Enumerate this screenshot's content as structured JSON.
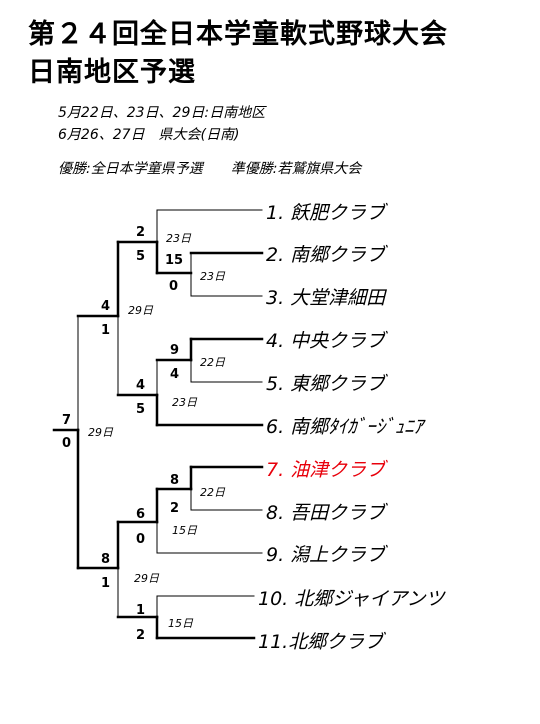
{
  "title_line1": "第２４回全日本学童軟式野球大会",
  "title_line2": "日南地区予選",
  "info": {
    "dates_local": "5月22日、23日、29日:日南地区",
    "dates_pref": "6月26、27日　県大会(日南)",
    "awards": "優勝:全日本学童県予選　　準優勝:若鷲旗県大会"
  },
  "teams": [
    {
      "label": "1.  飫肥クラブ",
      "color": "#000000"
    },
    {
      "label": "2.  南郷クラブ",
      "color": "#000000"
    },
    {
      "label": "3.  大堂津細田",
      "color": "#000000"
    },
    {
      "label": "4.  中央クラブ",
      "color": "#000000"
    },
    {
      "label": "5.  東郷クラブ",
      "color": "#000000"
    },
    {
      "label": "6.  南郷ﾀｲｶﾞｰｼﾞｭﾆｱ",
      "color": "#000000"
    },
    {
      "label": "7.  油津クラブ",
      "color": "#e8000b"
    },
    {
      "label": "8.  吾田クラブ",
      "color": "#000000"
    },
    {
      "label": "9.  潟上クラブ",
      "color": "#000000"
    },
    {
      "label": "10. 北郷ジャイアンツ",
      "color": "#000000"
    },
    {
      "label": "11.北郷クラブ",
      "color": "#000000"
    }
  ],
  "games": [
    {
      "id": "g23",
      "winner_score": "15",
      "loser_score": "0",
      "date": "23日"
    },
    {
      "id": "g123",
      "winner_score": "2",
      "loser_score": "5",
      "date": "23日"
    },
    {
      "id": "g45",
      "winner_score": "9",
      "loser_score": "4",
      "date": "22日"
    },
    {
      "id": "g456",
      "winner_score": "4",
      "loser_score": "5",
      "date": "23日"
    },
    {
      "id": "g_upper",
      "winner_score": "4",
      "loser_score": "1",
      "date": "29日"
    },
    {
      "id": "g78",
      "winner_score": "8",
      "loser_score": "2",
      "date": "22日"
    },
    {
      "id": "g789",
      "winner_score": "6",
      "loser_score": "0",
      "date": "15日"
    },
    {
      "id": "g1011",
      "winner_score": "1",
      "loser_score": "2",
      "date": "15日"
    },
    {
      "id": "g_lower",
      "winner_score": "8",
      "loser_score": "1",
      "date": "29日"
    },
    {
      "id": "final",
      "winner_score": "7",
      "loser_score": "0",
      "date": "29日"
    }
  ],
  "colors": {
    "line": "#000000",
    "highlight": "#e8000b"
  }
}
